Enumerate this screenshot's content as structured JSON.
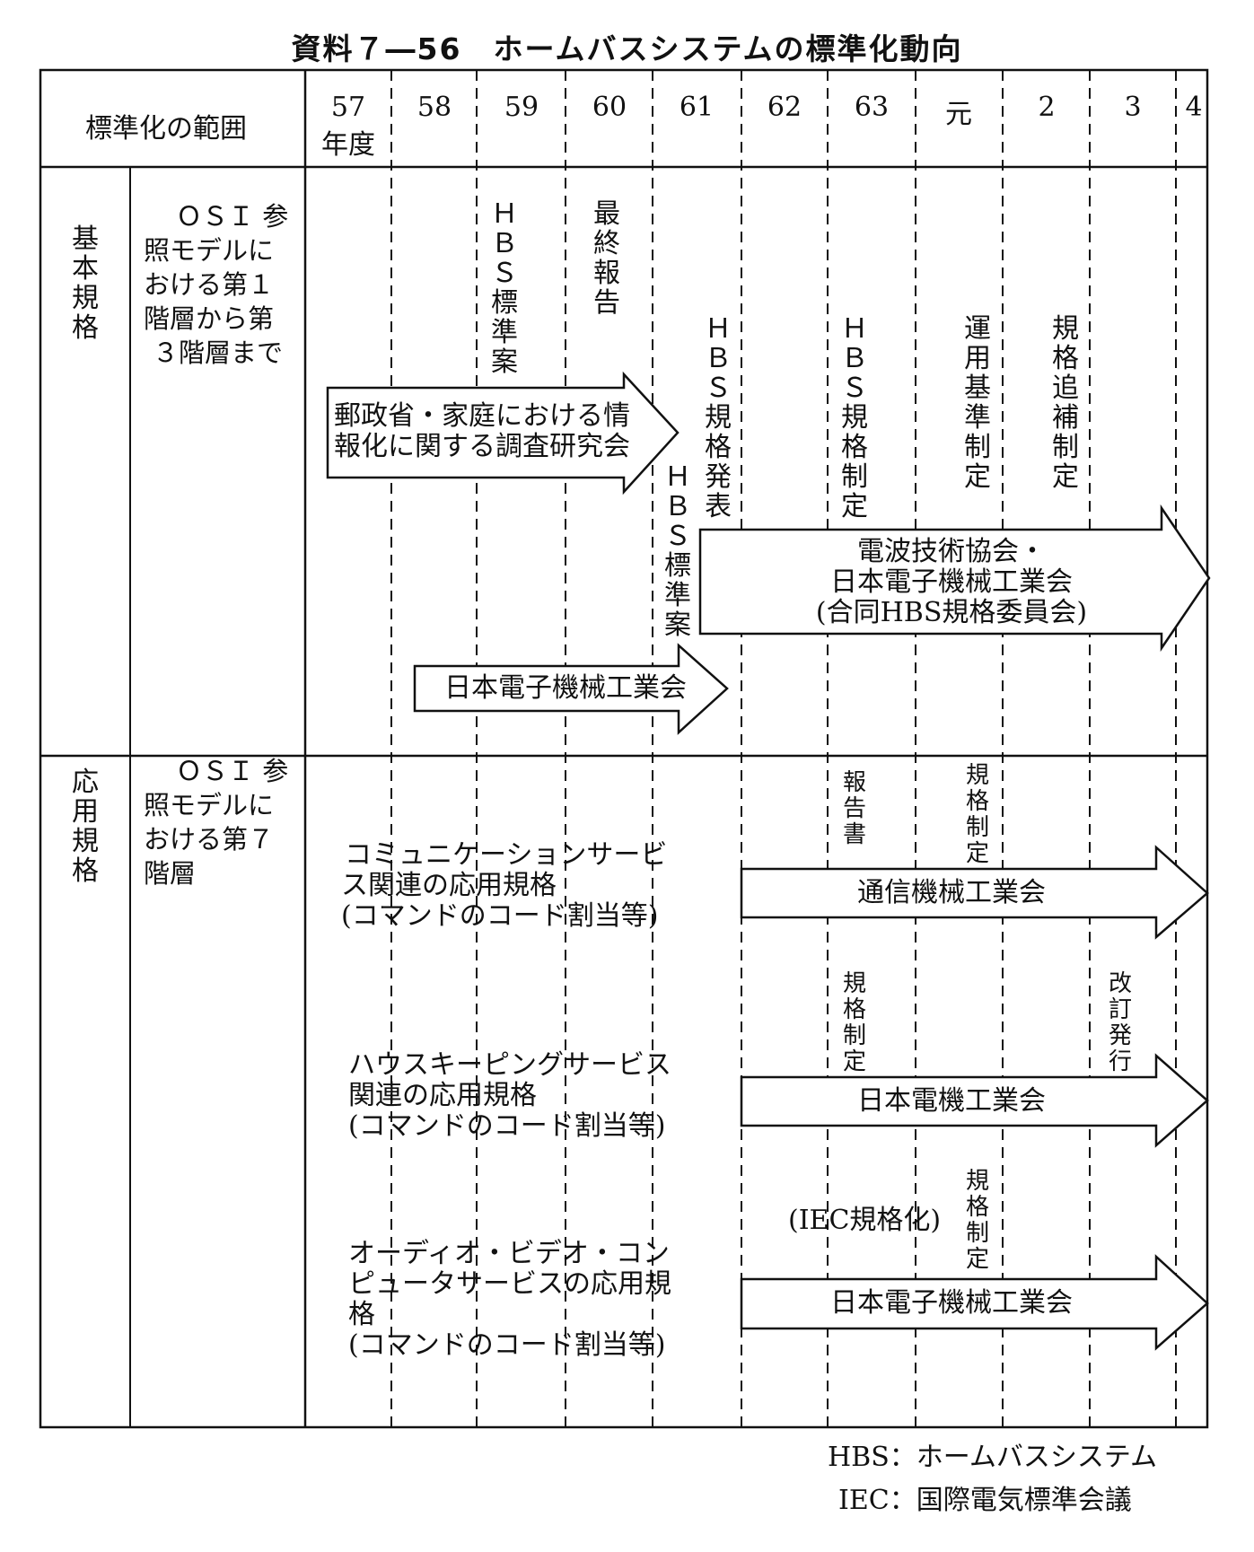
{
  "title": "資料７―56　ホームバスシステムの標準化動向",
  "header": {
    "scope_label": "標準化の範囲",
    "years": [
      "57",
      "58",
      "59",
      "60",
      "61",
      "62",
      "63",
      "元",
      "2",
      "3",
      "4"
    ],
    "year_suffix": "年度"
  },
  "sections": {
    "basic": {
      "category": "基本規格",
      "scope": [
        "ＯＳＩ 参",
        "照モデルに",
        "おける第１",
        "階層から第",
        "３階層まで"
      ],
      "events": {
        "hbs_draft_59": "ＨＢＳ標準案",
        "final_report_60": "最終報告",
        "hbs_draft_61": "ＨＢＳ標準案",
        "hbs_announce_61": "ＨＢＳ規格発表",
        "hbs_enact_63": "ＨＢＳ規格制定",
        "operation_std": "運用基準制定",
        "std_supplement": "規格追補制定"
      },
      "arrows": {
        "ministry": [
          "郵政省・家庭における情",
          "報化に関する調査研究会"
        ],
        "joint": [
          "電波技術協会・",
          "日本電子機械工業会",
          "(合同HBS規格委員会)"
        ],
        "eiaj": "日本電子機械工業会"
      }
    },
    "application": {
      "category": "応用規格",
      "scope": [
        "ＯＳＩ 参",
        "照モデルに",
        "おける第７",
        "階層"
      ],
      "comm": {
        "desc": [
          "コミュニケーションサービ",
          "ス関連の応用規格",
          "(コマンドのコード割当等)"
        ],
        "report": "報告書",
        "enact": "規格制定",
        "org": "通信機械工業会"
      },
      "house": {
        "desc": [
          "ハウスキーピングサービス",
          "関連の応用規格",
          "(コマンドのコード割当等)"
        ],
        "enact": "規格制定",
        "revise": "改訂発行",
        "org": "日本電機工業会"
      },
      "av": {
        "desc": [
          "オーディオ・ビデオ・コン",
          "ピュータサービスの応用規",
          "格",
          "(コマンドのコード割当等)"
        ],
        "iec": "(IEC規格化)",
        "enact": "規格制定",
        "org": "日本電子機械工業会"
      }
    }
  },
  "legend": {
    "hbs": "HBS：ホームバスシステム",
    "iec": "IEC：国際電気標準会議"
  }
}
